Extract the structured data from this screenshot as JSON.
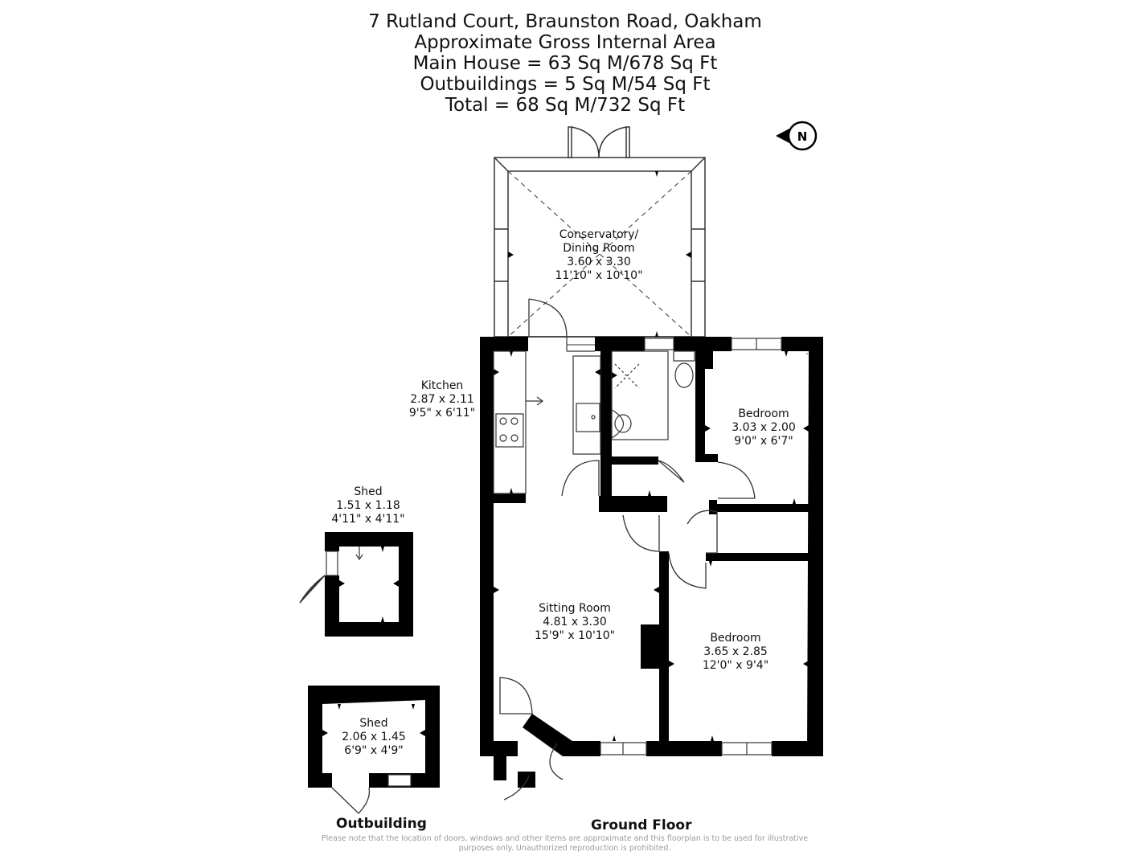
{
  "header": {
    "address": "7 Rutland Court, Braunston Road, Oakham",
    "subtitle": "Approximate Gross Internal Area",
    "main_house": "Main House = 63 Sq M/678 Sq Ft",
    "outbuildings": "Outbuildings = 5 Sq M/54 Sq Ft",
    "total": "Total = 68 Sq M/732 Sq Ft"
  },
  "compass": {
    "letter": "N",
    "icon": "north-arrow-icon"
  },
  "rooms": {
    "conservatory": {
      "name": "Conservatory/",
      "name2": "Dining Room",
      "metric": "3.60 x 3.30",
      "imperial": "11'10\" x 10'10\""
    },
    "kitchen": {
      "name": "Kitchen",
      "metric": "2.87 x 2.11",
      "imperial": "9'5\" x 6'11\""
    },
    "bedroom1": {
      "name": "Bedroom",
      "metric": "3.03 x 2.00",
      "imperial": "9'0\" x 6'7\""
    },
    "sitting": {
      "name": "Sitting Room",
      "metric": "4.81 x 3.30",
      "imperial": "15'9\" x 10'10\""
    },
    "bedroom2": {
      "name": "Bedroom",
      "metric": "3.65 x 2.85",
      "imperial": "12'0\" x 9'4\""
    },
    "shed1": {
      "name": "Shed",
      "metric": "1.51 x 1.18",
      "imperial": "4'11\" x 4'11\""
    },
    "shed2": {
      "name": "Shed",
      "metric": "2.06 x 1.45",
      "imperial": "6'9\" x 4'9\""
    }
  },
  "floors": {
    "outbuilding": "Outbuilding",
    "ground": "Ground Floor"
  },
  "disclaimer": "Please note that the location of doors, windows and other items are approximate and this floorplan is to be used for illustrative purposes only. Unauthorized reproduction is prohibited.",
  "colors": {
    "wall": "#000000",
    "line": "#333333",
    "disclaimer": "#9a9a9a"
  }
}
